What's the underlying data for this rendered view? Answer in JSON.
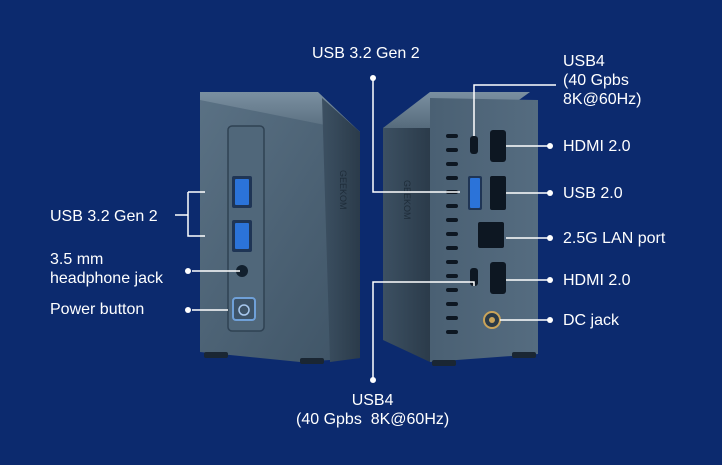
{
  "labels": {
    "usb32_top": "USB 3.2 Gen 2",
    "usb4_top": "USB4\n(40 Gpbs\n8K@60Hz)",
    "hdmi_top": "HDMI 2.0",
    "usb20": "USB 2.0",
    "lan": "2.5G LAN port",
    "hdmi_bottom": "HDMI 2.0",
    "dc_jack": "DC jack",
    "usb32_left": "USB 3.2 Gen 2",
    "headphone": "3.5 mm\nheadphone jack",
    "power": "Power button",
    "usb4_bottom": "USB4\n(40 Gpbs  8K@60Hz)"
  },
  "brand_text": "GEEKOM",
  "colors": {
    "background": "#0c2a6e",
    "device": "#4d6478",
    "usb_blue": "#2b73d9",
    "accent_ring": "#6fa0d8"
  }
}
